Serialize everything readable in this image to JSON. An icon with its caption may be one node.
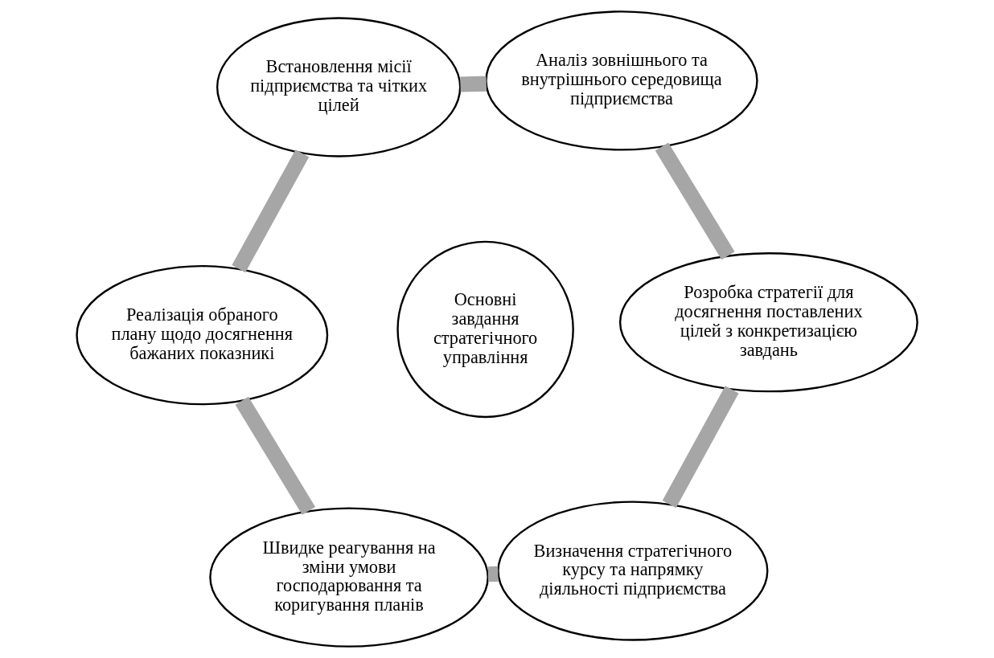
{
  "diagram": {
    "nodes": [
      {
        "text": [
          "Реалізація обраного плану щодо досягнення бажаних показникі"
        ]
      },
      {
        "text": [
          "Встановлення місії підприємства та чітких цілей"
        ]
      },
      {
        "text": [
          "Швидке реагування на зміни умови господарювання та коригування планів"
        ]
      },
      {
        "text": [
          "Основні завдання стратегічного управління"
        ]
      },
      {
        "text": [
          "Визначення стратегічного курсу та напрямку діяльності підприємства"
        ]
      },
      {
        "text": [
          "Аналіз зовнішнього та внутрішнього середовища підприємства"
        ]
      },
      {
        "text": [
          "Розробка стратегії для досягнення поставлених цілей з конкретизацією завдань"
        ]
      }
    ],
    "edges": [
      {
        "from": 1,
        "to": 0,
        "arrow": "none"
      },
      {
        "from": 0,
        "to": 2,
        "arrow": "none"
      },
      {
        "from": 2,
        "to": 4,
        "arrow": "none"
      },
      {
        "from": 4,
        "to": 6,
        "arrow": "none"
      },
      {
        "from": 6,
        "to": 5,
        "arrow": "none"
      },
      {
        "from": 5,
        "to": 1,
        "arrow": "none"
      }
    ]
  }
}
